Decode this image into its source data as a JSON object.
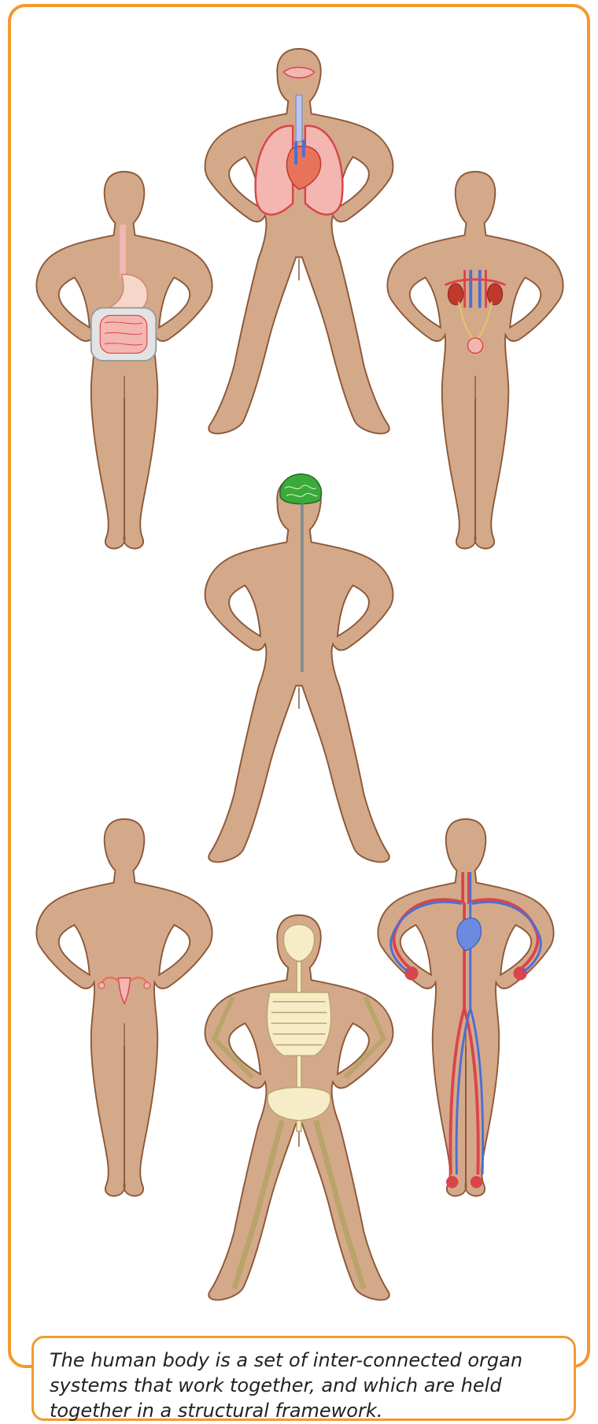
{
  "caption": {
    "text": "The human body is a set of inter-connected organ systems that work together, and which are held together in a structural framework."
  },
  "colors": {
    "frame_border": "#f29a2e",
    "skin": "#d4a98a",
    "skin_outline": "#8c5a3a",
    "organ_red": "#d9454a",
    "organ_pink": "#f3b6b0",
    "vein_blue": "#4a6fd6",
    "brain_green": "#3aaa3a",
    "bone": "#f6ecc8",
    "nerve_grey": "#7a8a94"
  },
  "figures": [
    {
      "system": "respiratory-system",
      "organs": [
        "lungs-icon",
        "heart-icon",
        "trachea-icon"
      ]
    },
    {
      "system": "digestive-system",
      "organs": [
        "stomach-icon",
        "intestines-icon",
        "esophagus-icon"
      ]
    },
    {
      "system": "urinary-system",
      "organs": [
        "kidneys-icon",
        "bladder-icon"
      ]
    },
    {
      "system": "nervous-system",
      "organs": [
        "brain-icon",
        "spinal-cord-icon"
      ]
    },
    {
      "system": "reproductive-system",
      "organs": [
        "uterus-icon"
      ]
    },
    {
      "system": "skeletal-system",
      "organs": [
        "skeleton-icon"
      ]
    },
    {
      "system": "circulatory-system",
      "organs": [
        "arteries-icon",
        "veins-icon"
      ]
    }
  ]
}
